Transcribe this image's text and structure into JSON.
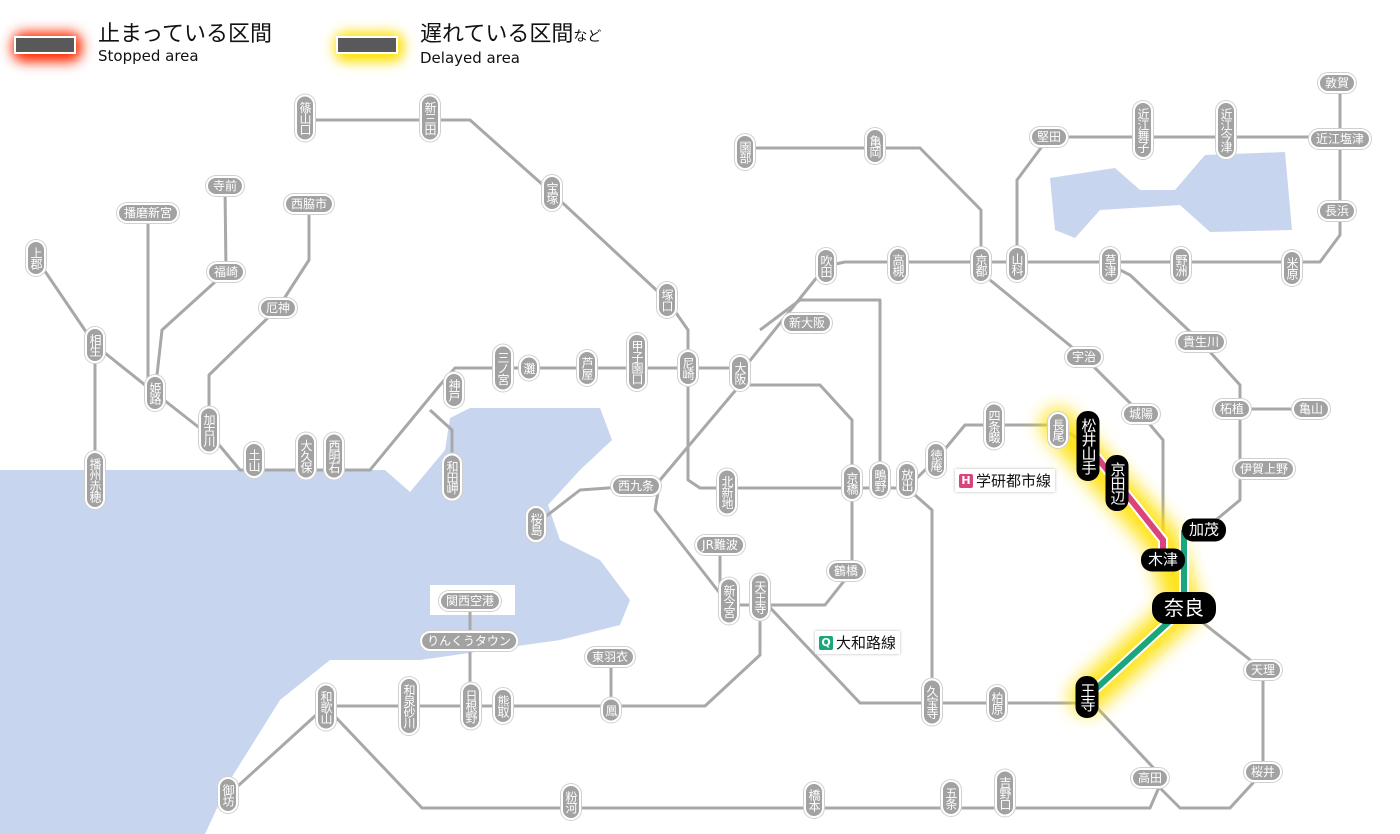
{
  "legend": {
    "stopped": {
      "jp": "止まっている区間",
      "en": "Stopped area",
      "glow": "#ff2a00"
    },
    "delayed": {
      "jp": "遅れている区間",
      "jp_suffix": "など",
      "en": "Delayed area",
      "glow": "#ffe000"
    }
  },
  "lines": {
    "gakken": {
      "badge": "H",
      "name": "学研都市線",
      "color": "#d9457a"
    },
    "yamatoji": {
      "badge": "Q",
      "name": "大和路線",
      "color": "#1aa57a"
    }
  },
  "colors": {
    "track": "#a8a8a8",
    "water": "#c7d5ef",
    "delay_glow": "#ffe000"
  },
  "stations": [
    "篠山口",
    "新三田",
    "宝塚",
    "塚口",
    "尼崎",
    "甲子園口",
    "芦屋",
    "灘",
    "三ノ宮",
    "神戸",
    "和田岬",
    "西明石",
    "大久保",
    "土山",
    "加古川",
    "厄神",
    "西脇市",
    "福崎",
    "寺前",
    "播磨新宮",
    "姫路",
    "相生",
    "上郡",
    "播州赤穂",
    "大阪",
    "新大阪",
    "吹田",
    "高槻",
    "京都",
    "山科",
    "園部",
    "亀岡",
    "堅田",
    "近江舞子",
    "近江今津",
    "近江塩津",
    "敦賀",
    "長浜",
    "米原",
    "野洲",
    "草津",
    "貴生川",
    "宇治",
    "城陽",
    "柘植",
    "亀山",
    "伊賀上野",
    "西九条",
    "桜島",
    "北新地",
    "京橋",
    "鴫野",
    "放出",
    "徳庵",
    "四条畷",
    "長尾",
    "松井山手",
    "京田辺",
    "加茂",
    "木津",
    "奈良",
    "天理",
    "桜井",
    "高田",
    "王寺",
    "柏原",
    "久宝寺",
    "鶴橋",
    "JR難波",
    "新今宮",
    "天王寺",
    "関西空港",
    "りんくうタウン",
    "東羽衣",
    "鳳",
    "熊取",
    "日根野",
    "和泉砂川",
    "和歌山",
    "御坊",
    "粉河",
    "橋本",
    "五条",
    "吉野口"
  ],
  "affected_stations": [
    "松井山手",
    "京田辺",
    "加茂",
    "木津",
    "奈良",
    "王寺"
  ]
}
